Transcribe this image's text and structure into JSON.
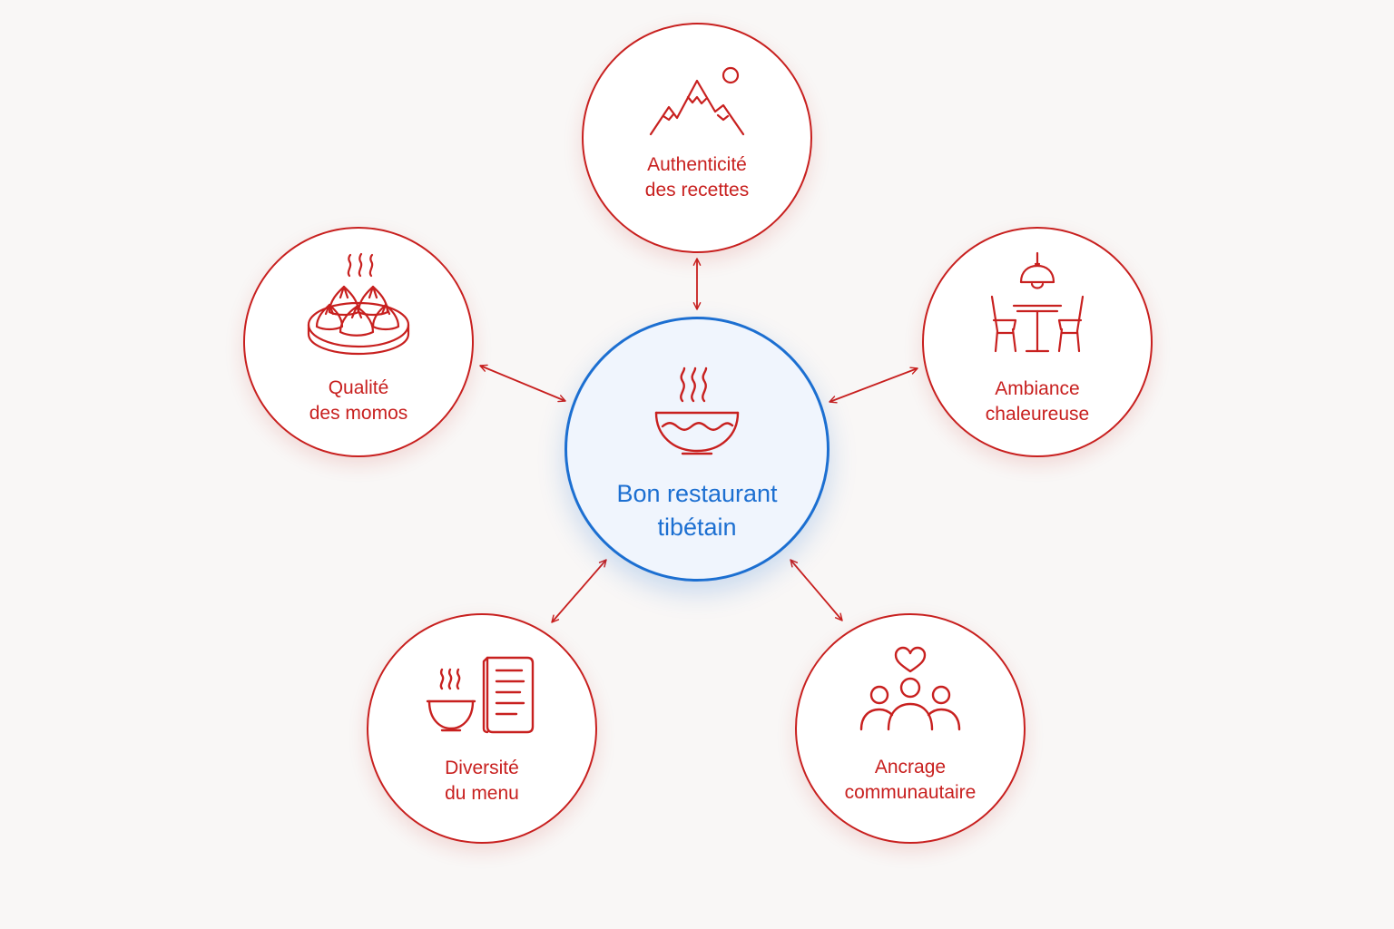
{
  "center": {
    "line1": "Bon restaurant",
    "line2": "tibétain",
    "icon": "steaming-bowl-icon"
  },
  "nodes": {
    "top": {
      "line1": "Authenticité",
      "line2": "des recettes",
      "icon": "mountains-sun-icon"
    },
    "left": {
      "line1": "Qualité",
      "line2": "des momos",
      "icon": "momos-plate-icon"
    },
    "right": {
      "line1": "Ambiance",
      "line2": "chaleureuse",
      "icon": "table-lamp-chairs-icon"
    },
    "bottom_left": {
      "line1": "Diversité",
      "line2": "du menu",
      "icon": "bowl-menu-icon"
    },
    "bottom_right": {
      "line1": "Ancrage",
      "line2": "communautaire",
      "icon": "community-heart-icon"
    }
  },
  "colors": {
    "accent_red": "#c8201f",
    "accent_blue": "#1c6fd1",
    "background": "#f9f7f6"
  }
}
